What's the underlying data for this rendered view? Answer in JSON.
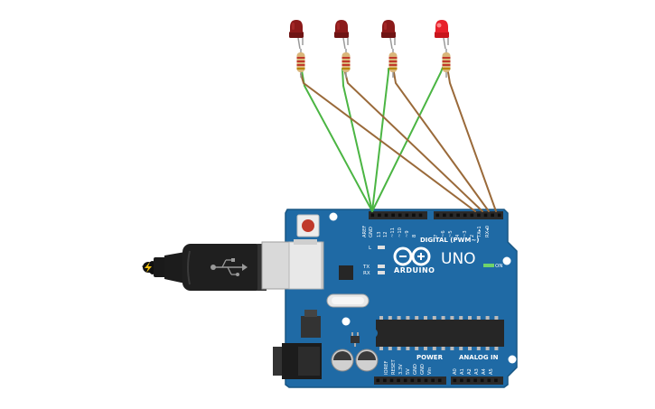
{
  "board": {
    "model": "UNO",
    "brand": "ARDUINO",
    "on_label": "ON",
    "digital_header": "DIGITAL (PWM~)",
    "power_header": "POWER",
    "analog_header": "ANALOG IN",
    "led_labels": [
      "L",
      "TX",
      "RX"
    ],
    "top_pins": [
      "AREF",
      "GND",
      "13",
      "12",
      "~11",
      "~10",
      "~9",
      "8",
      "7",
      "~6",
      "~5",
      "4",
      "~3",
      "2",
      "TX▸1",
      "RX◂0"
    ],
    "power_pins": [
      "IOREF",
      "RESET",
      "3.3V",
      "5V",
      "GND",
      "GND",
      "Vin"
    ],
    "analog_pins": [
      "A0",
      "A1",
      "A2",
      "A3",
      "A4",
      "A5"
    ]
  },
  "leds": [
    {
      "id": "led1",
      "state": "off"
    },
    {
      "id": "led2",
      "state": "off"
    },
    {
      "id": "led3",
      "state": "off"
    },
    {
      "id": "led4",
      "state": "on"
    }
  ],
  "colors": {
    "board": "#1f6aa5",
    "board_edge": "#185683",
    "led_off": "#8b1a1a",
    "led_on": "#e8202a",
    "ground_wire": "#4bb543",
    "signal_wire": "#9a6a3a",
    "header": "#2a2a2a",
    "chip": "#262626"
  }
}
